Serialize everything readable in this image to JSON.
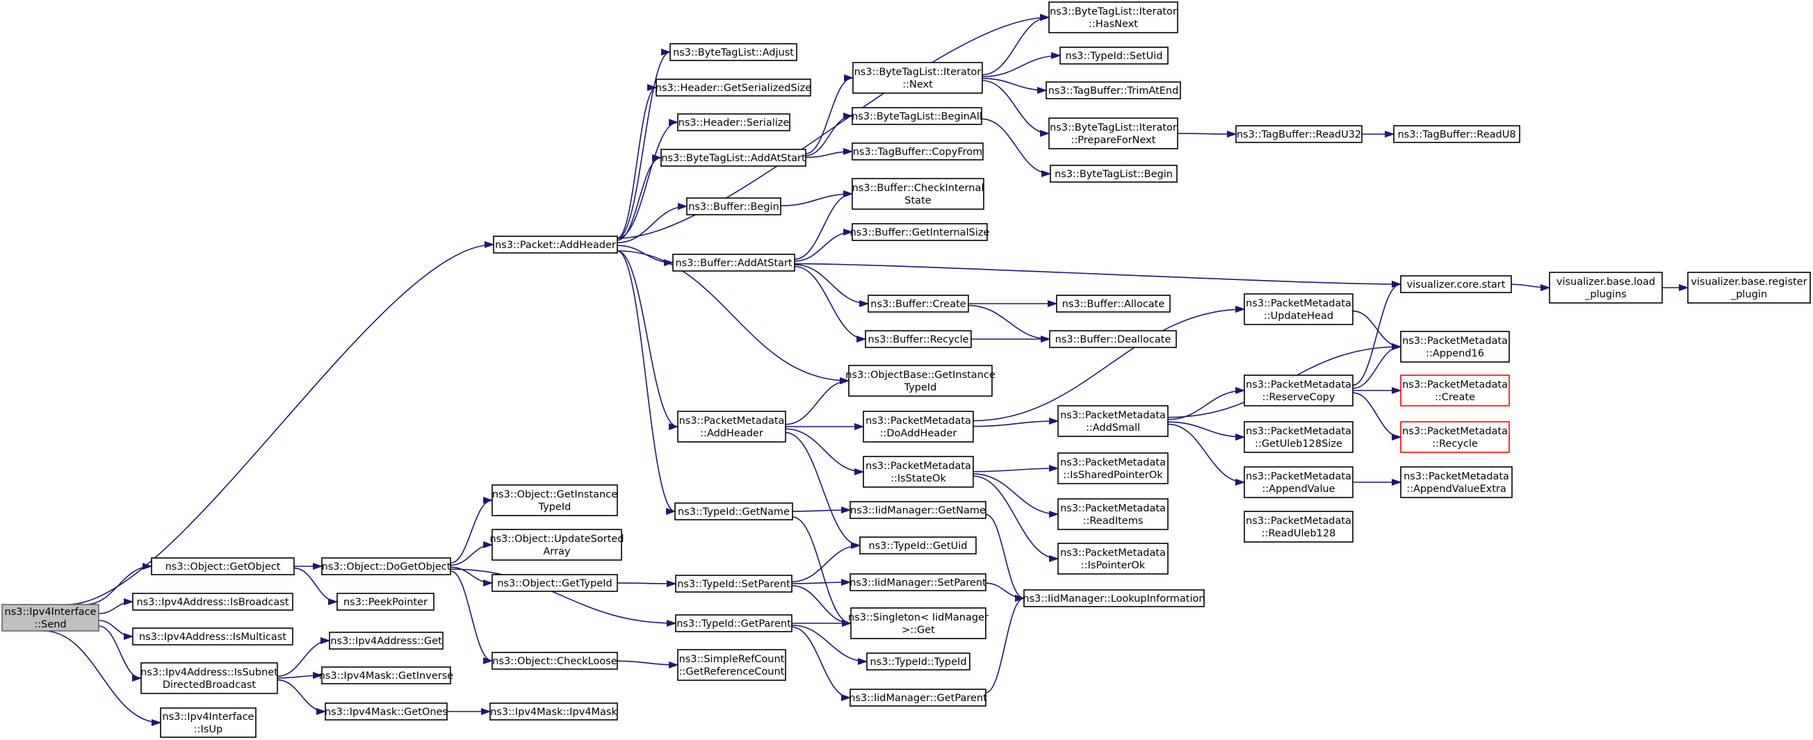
{
  "colors": {
    "edge": "#191970",
    "root_fill": "#bfbfbf",
    "red_border": "#ff0000"
  },
  "nodes": [
    {
      "id": "send",
      "lines": [
        "ns3::Ipv4Interface",
        "::Send"
      ],
      "style": "root"
    },
    {
      "id": "getobject",
      "lines": [
        "ns3::Object::GetObject"
      ]
    },
    {
      "id": "isbroadcast",
      "lines": [
        "ns3::Ipv4Address::IsBroadcast"
      ]
    },
    {
      "id": "ismulticast",
      "lines": [
        "ns3::Ipv4Address::IsMulticast"
      ]
    },
    {
      "id": "issubnet",
      "lines": [
        "ns3::Ipv4Address::IsSubnet",
        "DirectedBroadcast"
      ]
    },
    {
      "id": "isup",
      "lines": [
        "ns3::Ipv4Interface",
        "::IsUp"
      ]
    },
    {
      "id": "addheader",
      "lines": [
        "ns3::Packet::AddHeader"
      ]
    },
    {
      "id": "dogetobject",
      "lines": [
        "ns3::Object::DoGetObject"
      ]
    },
    {
      "id": "peekpointer",
      "lines": [
        "ns3::PeekPointer"
      ]
    },
    {
      "id": "addrget",
      "lines": [
        "ns3::Ipv4Address::Get"
      ]
    },
    {
      "id": "getinverse",
      "lines": [
        "ns3::Ipv4Mask::GetInverse"
      ]
    },
    {
      "id": "getones",
      "lines": [
        "ns3::Ipv4Mask::GetOnes"
      ]
    },
    {
      "id": "ipv4mask",
      "lines": [
        "ns3::Ipv4Mask::Ipv4Mask"
      ]
    },
    {
      "id": "objgetinstance",
      "lines": [
        "ns3::Object::GetInstance",
        "TypeId"
      ]
    },
    {
      "id": "updatesorted",
      "lines": [
        "ns3::Object::UpdateSorted",
        "Array"
      ]
    },
    {
      "id": "objgettypeid",
      "lines": [
        "ns3::Object::GetTypeId"
      ]
    },
    {
      "id": "checkloose",
      "lines": [
        "ns3::Object::CheckLoose"
      ]
    },
    {
      "id": "btladjust",
      "lines": [
        "ns3::ByteTagList::Adjust"
      ]
    },
    {
      "id": "hdrgetsize",
      "lines": [
        "ns3::Header::GetSerializedSize"
      ]
    },
    {
      "id": "hdrserialize",
      "lines": [
        "ns3::Header::Serialize"
      ]
    },
    {
      "id": "btladdatstart",
      "lines": [
        "ns3::ByteTagList::AddAtStart"
      ]
    },
    {
      "id": "bufbegin",
      "lines": [
        "ns3::Buffer::Begin"
      ]
    },
    {
      "id": "bufaddatstart",
      "lines": [
        "ns3::Buffer::AddAtStart"
      ]
    },
    {
      "id": "pmaddheader",
      "lines": [
        "ns3::PacketMetadata",
        "::AddHeader"
      ]
    },
    {
      "id": "typeidgetname",
      "lines": [
        "ns3::TypeId::GetName"
      ]
    },
    {
      "id": "typeidsetparent",
      "lines": [
        "ns3::TypeId::SetParent"
      ]
    },
    {
      "id": "typeidgetparent",
      "lines": [
        "ns3::TypeId::GetParent"
      ]
    },
    {
      "id": "getrefcount",
      "lines": [
        "ns3::SimpleRefCount",
        "::GetReferenceCount"
      ]
    },
    {
      "id": "btlitnext",
      "lines": [
        "ns3::ByteTagList::Iterator",
        "::Next"
      ]
    },
    {
      "id": "btlbeginall",
      "lines": [
        "ns3::ByteTagList::BeginAll"
      ]
    },
    {
      "id": "tbcopyfrom",
      "lines": [
        "ns3::TagBuffer::CopyFrom"
      ]
    },
    {
      "id": "bufcheckinternal",
      "lines": [
        "ns3::Buffer::CheckInternal",
        "State"
      ]
    },
    {
      "id": "bufgetinternalsize",
      "lines": [
        "ns3::Buffer::GetInternalSize"
      ]
    },
    {
      "id": "bufcreate",
      "lines": [
        "ns3::Buffer::Create"
      ]
    },
    {
      "id": "bufrecycle",
      "lines": [
        "ns3::Buffer::Recycle"
      ]
    },
    {
      "id": "objbasegetinstance",
      "lines": [
        "ns3::ObjectBase::GetInstance",
        "TypeId"
      ]
    },
    {
      "id": "pmdoaddheader",
      "lines": [
        "ns3::PacketMetadata",
        "::DoAddHeader"
      ]
    },
    {
      "id": "pmisstateok",
      "lines": [
        "ns3::PacketMetadata",
        "::IsStateOk"
      ]
    },
    {
      "id": "iidgetname",
      "lines": [
        "ns3::IidManager::GetName"
      ]
    },
    {
      "id": "typeidgetuid",
      "lines": [
        "ns3::TypeId::GetUid"
      ]
    },
    {
      "id": "iidsetparent",
      "lines": [
        "ns3::IidManager::SetParent"
      ]
    },
    {
      "id": "singletonget",
      "lines": [
        "ns3::Singleton< IidManager",
        " >::Get"
      ]
    },
    {
      "id": "typeidtypeid",
      "lines": [
        "ns3::TypeId::TypeId"
      ]
    },
    {
      "id": "iidgetparent",
      "lines": [
        "ns3::IidManager::GetParent"
      ]
    },
    {
      "id": "btlithasnext",
      "lines": [
        "ns3::ByteTagList::Iterator",
        "::HasNext"
      ]
    },
    {
      "id": "typeidsetuid",
      "lines": [
        "ns3::TypeId::SetUid"
      ]
    },
    {
      "id": "tbtrimatend",
      "lines": [
        "ns3::TagBuffer::TrimAtEnd"
      ]
    },
    {
      "id": "btlitprepare",
      "lines": [
        "ns3::ByteTagList::Iterator",
        "::PrepareForNext"
      ]
    },
    {
      "id": "btlbegin",
      "lines": [
        "ns3::ByteTagList::Begin"
      ]
    },
    {
      "id": "bufallocate",
      "lines": [
        "ns3::Buffer::Allocate"
      ]
    },
    {
      "id": "bufdeallocate",
      "lines": [
        "ns3::Buffer::Deallocate"
      ]
    },
    {
      "id": "pmupdatehead",
      "lines": [
        "ns3::PacketMetadata",
        "::UpdateHead"
      ]
    },
    {
      "id": "pmaddsmall",
      "lines": [
        "ns3::PacketMetadata",
        "::AddSmall"
      ]
    },
    {
      "id": "pmissharedptrok",
      "lines": [
        "ns3::PacketMetadata",
        "::IsSharedPointerOk"
      ]
    },
    {
      "id": "pmreaditems",
      "lines": [
        "ns3::PacketMetadata",
        "::ReadItems"
      ]
    },
    {
      "id": "pmispointerok",
      "lines": [
        "ns3::PacketMetadata",
        "::IsPointerOk"
      ]
    },
    {
      "id": "iidlookup",
      "lines": [
        "ns3::IidManager::LookupInformation"
      ]
    },
    {
      "id": "tbreadu32",
      "lines": [
        "ns3::TagBuffer::ReadU32"
      ]
    },
    {
      "id": "vizcorestart",
      "lines": [
        "visualizer.core.start"
      ]
    },
    {
      "id": "pmreservecopy",
      "lines": [
        "ns3::PacketMetadata",
        "::ReserveCopy"
      ]
    },
    {
      "id": "pmgetuleb",
      "lines": [
        "ns3::PacketMetadata",
        "::GetUleb128Size"
      ]
    },
    {
      "id": "pmappendvalue",
      "lines": [
        "ns3::PacketMetadata",
        "::AppendValue"
      ]
    },
    {
      "id": "pmreaduleb",
      "lines": [
        "ns3::PacketMetadata",
        "::ReadUleb128"
      ]
    },
    {
      "id": "tbreadu8",
      "lines": [
        "ns3::TagBuffer::ReadU8"
      ]
    },
    {
      "id": "vizloadplugins",
      "lines": [
        "visualizer.base.load",
        "_plugins"
      ]
    },
    {
      "id": "pmappend16",
      "lines": [
        "ns3::PacketMetadata",
        "::Append16"
      ]
    },
    {
      "id": "pmcreate",
      "lines": [
        "ns3::PacketMetadata",
        "::Create"
      ],
      "style": "red"
    },
    {
      "id": "pmrecycle",
      "lines": [
        "ns3::PacketMetadata",
        "::Recycle"
      ],
      "style": "red"
    },
    {
      "id": "pmappendvalueextra",
      "lines": [
        "ns3::PacketMetadata",
        "::AppendValueExtra"
      ]
    },
    {
      "id": "vizregister",
      "lines": [
        "visualizer.base.register",
        "_plugin"
      ]
    }
  ],
  "edges": [
    [
      "send",
      "addheader"
    ],
    [
      "send",
      "getobject"
    ],
    [
      "send",
      "isbroadcast"
    ],
    [
      "send",
      "ismulticast"
    ],
    [
      "send",
      "issubnet"
    ],
    [
      "send",
      "isup"
    ],
    [
      "getobject",
      "dogetobject"
    ],
    [
      "getobject",
      "peekpointer"
    ],
    [
      "issubnet",
      "addrget"
    ],
    [
      "issubnet",
      "getinverse"
    ],
    [
      "issubnet",
      "getones"
    ],
    [
      "getones",
      "ipv4mask"
    ],
    [
      "dogetobject",
      "objgetinstance"
    ],
    [
      "dogetobject",
      "updatesorted"
    ],
    [
      "dogetobject",
      "objgettypeid"
    ],
    [
      "dogetobject",
      "checkloose"
    ],
    [
      "dogetobject",
      "typeidgetparent"
    ],
    [
      "objgettypeid",
      "typeidsetparent"
    ],
    [
      "checkloose",
      "getrefcount"
    ],
    [
      "addheader",
      "btladjust"
    ],
    [
      "addheader",
      "hdrgetsize"
    ],
    [
      "addheader",
      "hdrserialize"
    ],
    [
      "addheader",
      "btladdatstart"
    ],
    [
      "addheader",
      "bufbegin"
    ],
    [
      "addheader",
      "bufaddatstart"
    ],
    [
      "addheader",
      "objbasegetinstance"
    ],
    [
      "addheader",
      "pmaddheader"
    ],
    [
      "addheader",
      "typeidgetname"
    ],
    [
      "addheader",
      "btlithasnext"
    ],
    [
      "btladdatstart",
      "btlitnext"
    ],
    [
      "btladdatstart",
      "btlbeginall"
    ],
    [
      "btladdatstart",
      "tbcopyfrom"
    ],
    [
      "bufbegin",
      "bufcheckinternal"
    ],
    [
      "bufaddatstart",
      "bufcheckinternal"
    ],
    [
      "bufaddatstart",
      "bufgetinternalsize"
    ],
    [
      "bufaddatstart",
      "bufcreate"
    ],
    [
      "bufaddatstart",
      "bufrecycle"
    ],
    [
      "bufaddatstart",
      "vizcorestart"
    ],
    [
      "pmaddheader",
      "objbasegetinstance"
    ],
    [
      "pmaddheader",
      "pmdoaddheader"
    ],
    [
      "pmaddheader",
      "pmisstateok"
    ],
    [
      "pmaddheader",
      "typeidgetuid"
    ],
    [
      "typeidgetname",
      "iidgetname"
    ],
    [
      "typeidgetname",
      "singletonget"
    ],
    [
      "typeidsetparent",
      "typeidgetuid"
    ],
    [
      "typeidsetparent",
      "iidsetparent"
    ],
    [
      "typeidsetparent",
      "singletonget"
    ],
    [
      "typeidgetparent",
      "singletonget"
    ],
    [
      "typeidgetparent",
      "typeidtypeid"
    ],
    [
      "typeidgetparent",
      "iidgetparent"
    ],
    [
      "btlitnext",
      "btlithasnext"
    ],
    [
      "btlitnext",
      "typeidsetuid"
    ],
    [
      "btlitnext",
      "tbtrimatend"
    ],
    [
      "btlitnext",
      "btlitprepare"
    ],
    [
      "btlbeginall",
      "btlbegin"
    ],
    [
      "btlitprepare",
      "tbreadu32"
    ],
    [
      "tbreadu32",
      "tbreadu8"
    ],
    [
      "bufcreate",
      "bufallocate"
    ],
    [
      "bufcreate",
      "bufdeallocate"
    ],
    [
      "bufrecycle",
      "bufdeallocate"
    ],
    [
      "pmdoaddheader",
      "pmupdatehead"
    ],
    [
      "pmdoaddheader",
      "pmaddsmall"
    ],
    [
      "pmisstateok",
      "pmissharedptrok"
    ],
    [
      "pmisstateok",
      "pmreaditems"
    ],
    [
      "pmisstateok",
      "pmispointerok"
    ],
    [
      "iidgetname",
      "iidlookup"
    ],
    [
      "iidsetparent",
      "iidlookup"
    ],
    [
      "iidgetparent",
      "iidlookup"
    ],
    [
      "pmupdatehead",
      "pmappend16"
    ],
    [
      "pmaddsmall",
      "pmappend16"
    ],
    [
      "pmaddsmall",
      "pmreservecopy"
    ],
    [
      "pmaddsmall",
      "pmgetuleb"
    ],
    [
      "pmaddsmall",
      "pmappendvalue"
    ],
    [
      "pmreservecopy",
      "vizcorestart"
    ],
    [
      "pmreservecopy",
      "pmappend16"
    ],
    [
      "pmreservecopy",
      "pmcreate"
    ],
    [
      "pmreservecopy",
      "pmrecycle"
    ],
    [
      "pmreaditems",
      "pmreduleb"
    ],
    [
      "pmappendvalue",
      "pmappendvalueextra"
    ],
    [
      "vizcorestart",
      "vizloadplugins"
    ],
    [
      "vizloadplugins",
      "vizregister"
    ]
  ]
}
